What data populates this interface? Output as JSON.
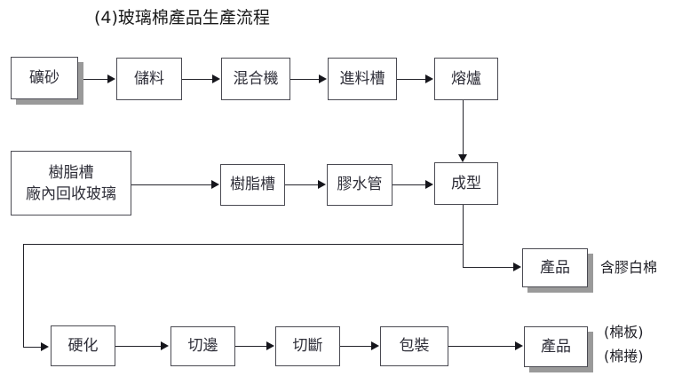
{
  "diagram": {
    "title": "(4)玻璃棉產品生產流程",
    "nodes": {
      "n_sand": {
        "label": "礦砂"
      },
      "n_store": {
        "label": "儲料"
      },
      "n_mixer": {
        "label": "混合機"
      },
      "n_feed": {
        "label": "進料槽"
      },
      "n_furnace": {
        "label": "熔爐"
      },
      "n_resin_recycle_line1": "樹脂槽",
      "n_resin_recycle_line2": "廠內回收玻璃",
      "n_resin": {
        "label": "樹脂槽"
      },
      "n_glue": {
        "label": "膠水管"
      },
      "n_form": {
        "label": "成型"
      },
      "n_product_top": {
        "label": "產品"
      },
      "n_cure": {
        "label": "硬化"
      },
      "n_trim": {
        "label": "切邊"
      },
      "n_cut": {
        "label": "切斷"
      },
      "n_pack": {
        "label": "包裝"
      },
      "n_product_bottom": {
        "label": "產品"
      }
    },
    "labels": {
      "top_product_note": "含膠白棉",
      "bottom_product_note_line1": "(棉板)",
      "bottom_product_note_line2": "(棉捲)"
    },
    "colors": {
      "box_border": "#4a4a52",
      "line": "#23232a",
      "text": "#2e2e38",
      "shadow": "#9a9a9a",
      "background": "#ffffff"
    }
  }
}
